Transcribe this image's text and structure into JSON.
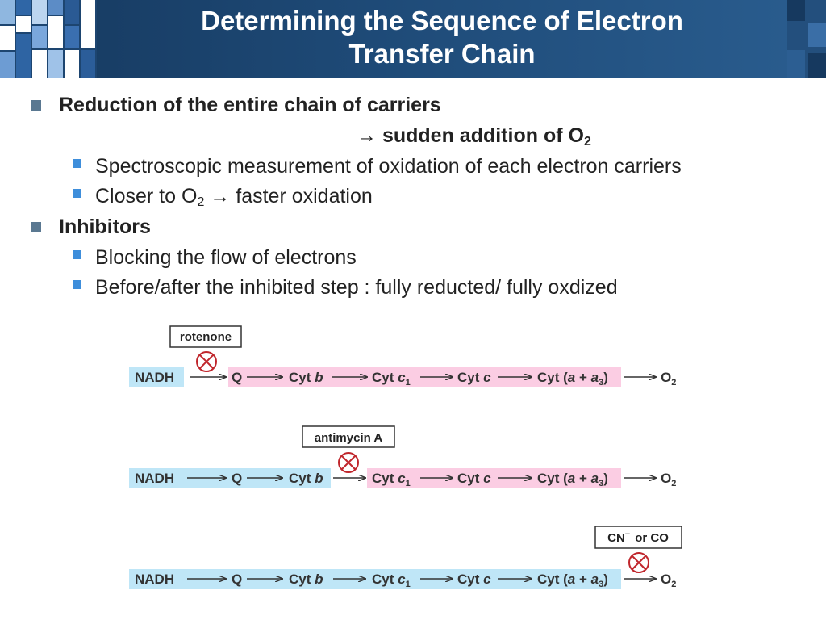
{
  "slide": {
    "title_line1": "Determining the Sequence of Electron",
    "title_line2": "Transfer Chain"
  },
  "bullets": {
    "item1": {
      "text": "Reduction of the entire chain of carriers",
      "cont_arrow": "→",
      "cont_text": "sudden addition of O",
      "cont_sub": "2"
    },
    "item1_sub1": "Spectroscopic measurement of oxidation of each electron carriers",
    "item1_sub2": {
      "pre": "Closer to O",
      "sub": "2",
      "arrow": "→",
      "post": "faster oxidation"
    },
    "item2": {
      "text": "Inhibitors"
    },
    "item2_sub1": "Blocking the flow of electrons",
    "item2_sub2": "Before/after the inhibited step : fully reducted/ fully oxdized"
  },
  "diagram": {
    "carriers": {
      "nadh": "NADH",
      "q": "Q",
      "cyt": "Cyt",
      "b": "b",
      "c": "c",
      "c1_sub": "1",
      "a": "a",
      "plus": "+",
      "a3_sub": "3",
      "o": "O",
      "o2_sub": "2"
    },
    "inhibitors": {
      "rotenone": "rotenone",
      "antimycin": "antimycin  A",
      "cn": "CN",
      "cn_sup": "−",
      "or_co": "or CO"
    },
    "colors": {
      "reduced": "#bfe6f7",
      "oxidized": "#fbcde3",
      "block_icon": "#c0262c"
    }
  },
  "colors": {
    "title_bar": "#1e4a77",
    "bullet_l1": "#5a7891",
    "bullet_l2": "#3e8edb"
  }
}
